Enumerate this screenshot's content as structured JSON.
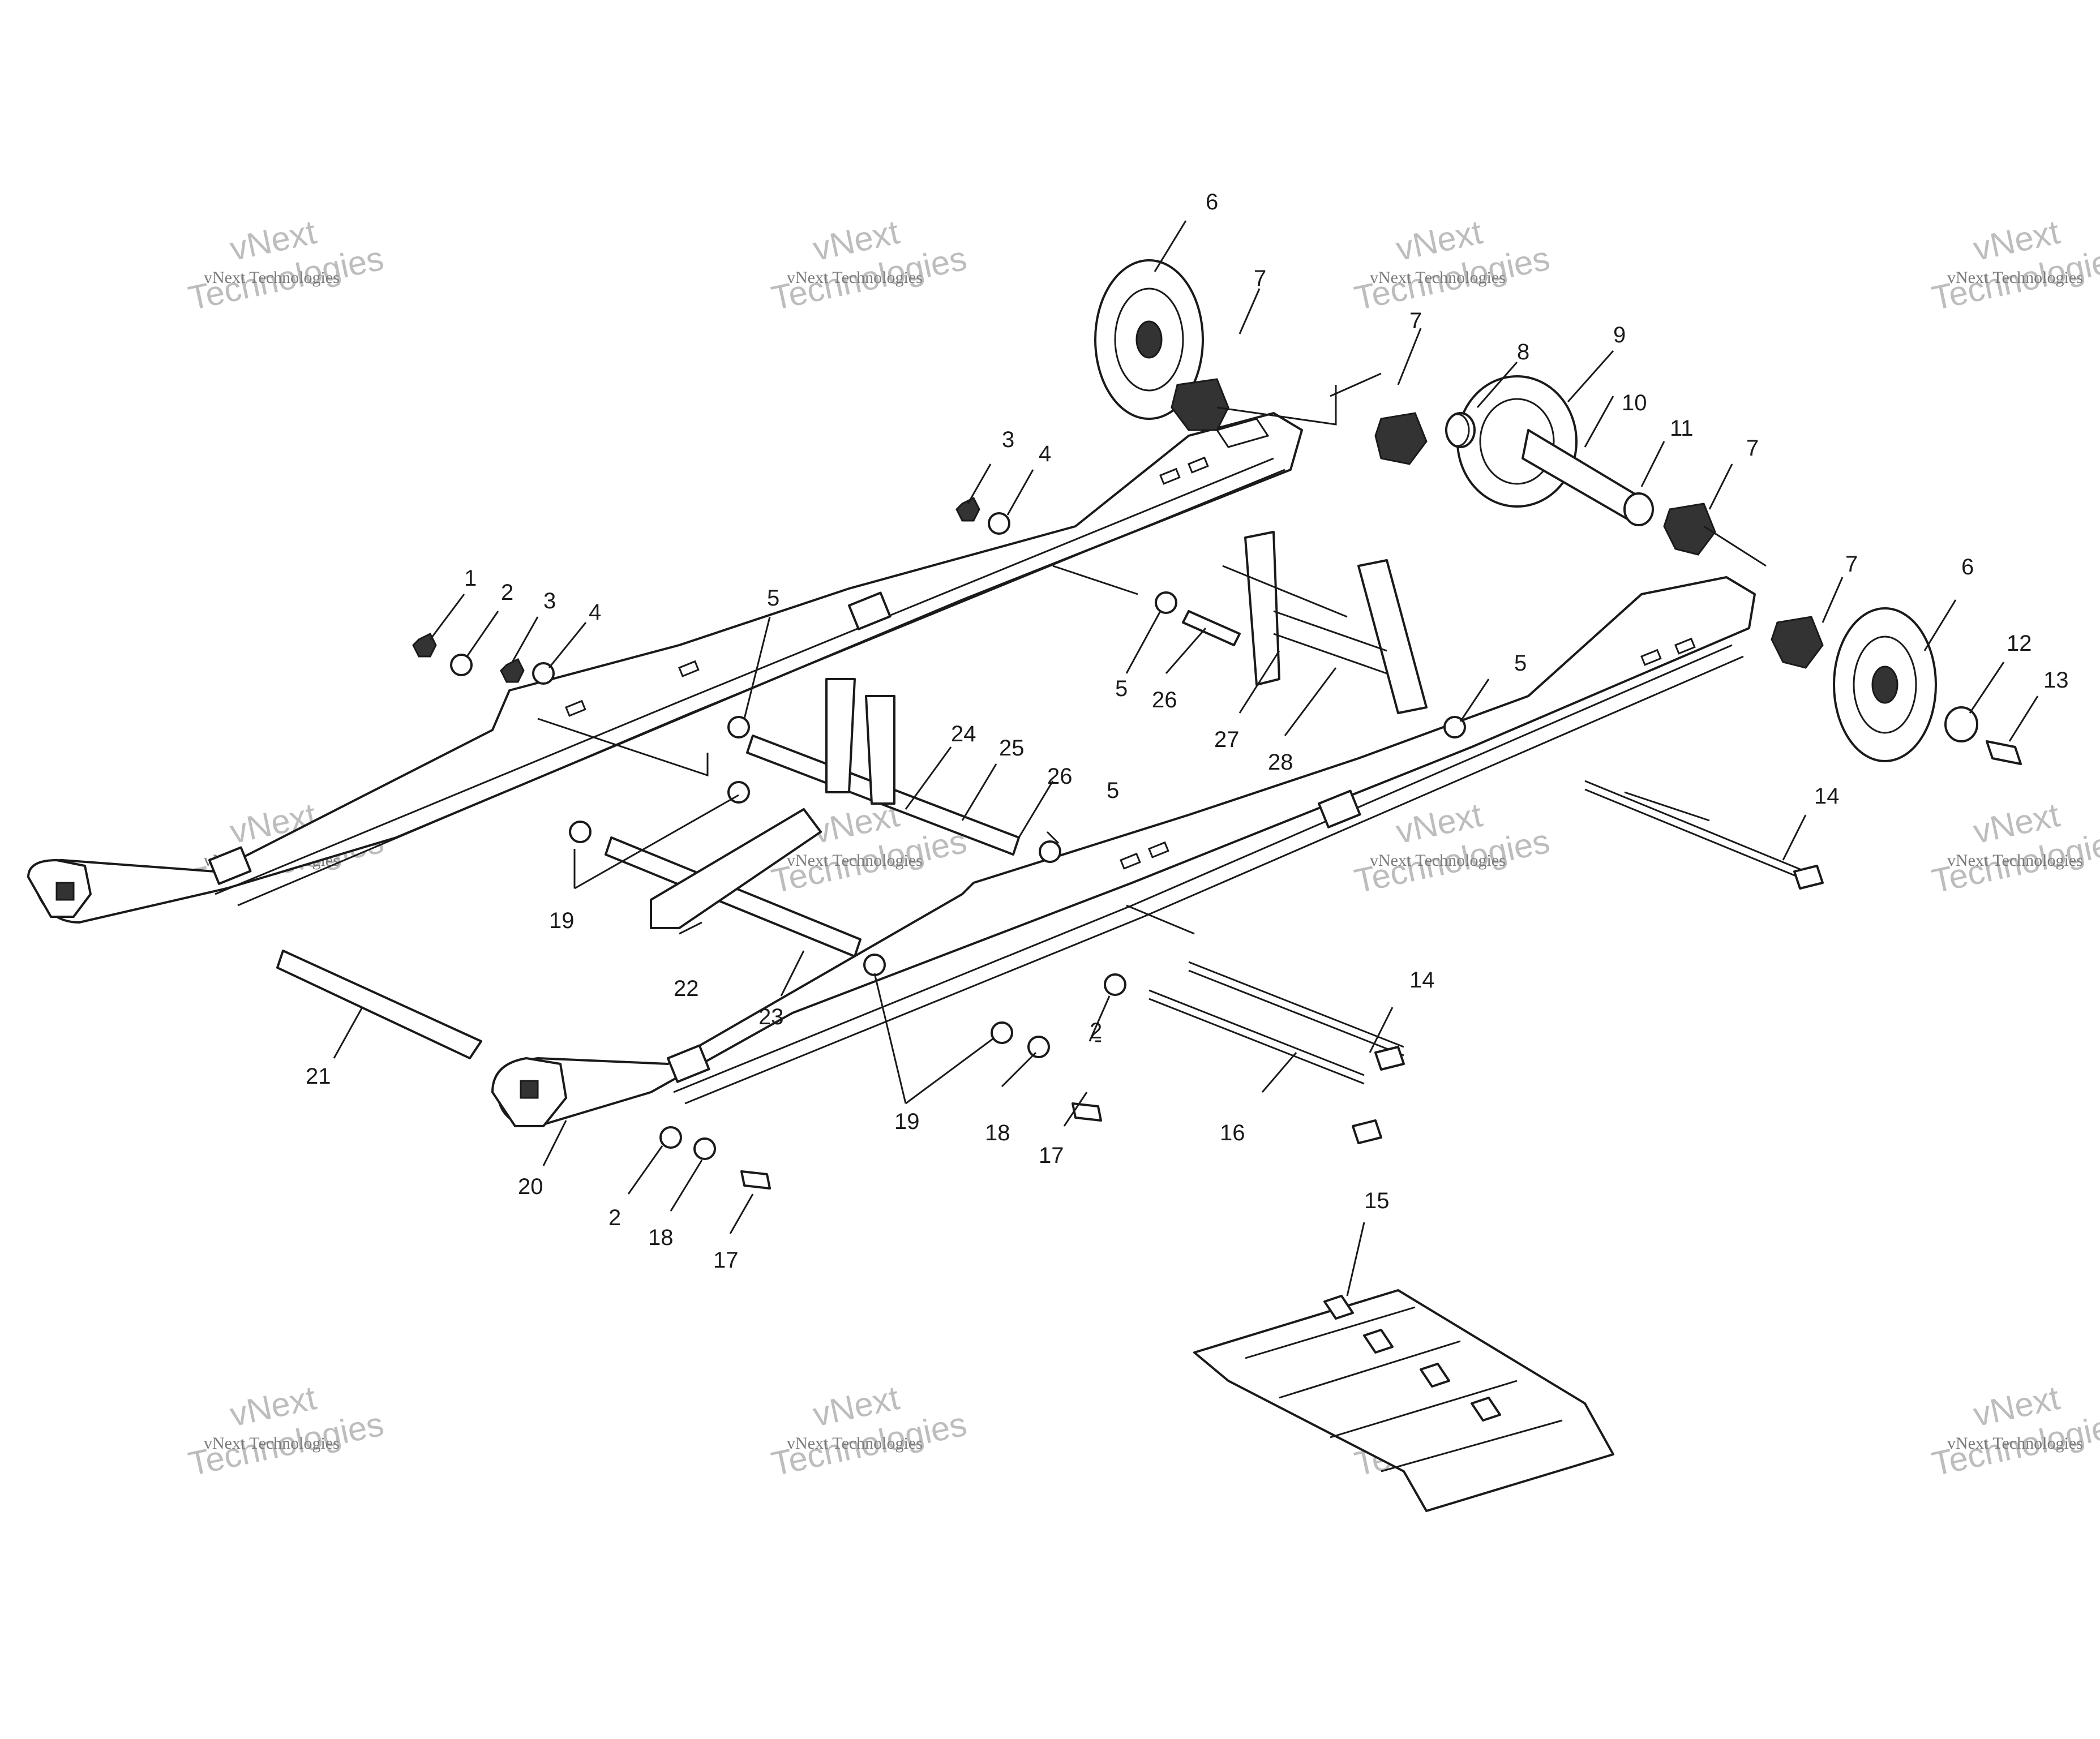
{
  "watermark": {
    "line1": "vNext",
    "line2": "Technologies",
    "caption": "vNext Technologies"
  },
  "callouts": {
    "c1": "1",
    "c2a": "2",
    "c2b": "2",
    "c2c": "2",
    "c3a": "3",
    "c3b": "3",
    "c4a": "4",
    "c4b": "4",
    "c5a": "5",
    "c5b": "5",
    "c5c": "5",
    "c5d": "5",
    "c6a": "6",
    "c6b": "6",
    "c7a": "7",
    "c7b": "7",
    "c7c": "7",
    "c7d": "7",
    "c8": "8",
    "c9": "9",
    "c10": "10",
    "c11": "11",
    "c12": "12",
    "c13": "13",
    "c14a": "14",
    "c14b": "14",
    "c15": "15",
    "c16": "16",
    "c17a": "17",
    "c17b": "17",
    "c18a": "18",
    "c18b": "18",
    "c19a": "19",
    "c19b": "19",
    "c20": "20",
    "c21": "21",
    "c22": "22",
    "c23": "23",
    "c24": "24",
    "c25": "25",
    "c26a": "26",
    "c26b": "26",
    "c27": "27",
    "c28": "28"
  }
}
